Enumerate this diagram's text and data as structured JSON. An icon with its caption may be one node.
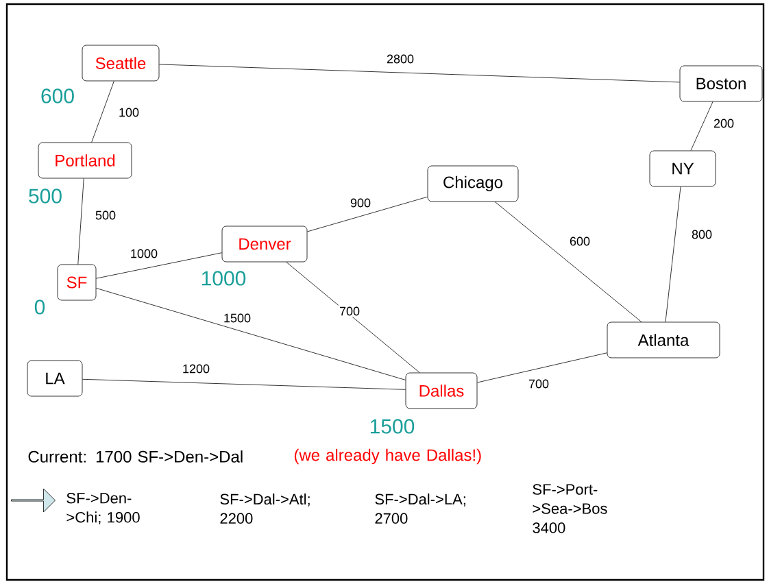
{
  "diagram": {
    "nodes": [
      {
        "text": [
          "Seattle"
        ],
        "beside": [
          "600"
        ]
      },
      {
        "text": [
          "Boston"
        ]
      },
      {
        "text": [
          "Portland"
        ],
        "beside": [
          "500"
        ]
      },
      {
        "text": [
          "NY"
        ]
      },
      {
        "text": [
          "Chicago"
        ]
      },
      {
        "text": [
          "Denver"
        ],
        "beside": [
          "1000"
        ]
      },
      {
        "text": [
          "SF"
        ],
        "beside": [
          "0"
        ]
      },
      {
        "text": [
          "Atlanta"
        ]
      },
      {
        "text": [
          "LA"
        ]
      },
      {
        "text": [
          "Dallas"
        ],
        "beside": [
          "1500"
        ]
      }
    ],
    "edges": [
      {
        "from": 0,
        "to": 1,
        "arrow": "none",
        "label": "2800"
      },
      {
        "from": 0,
        "to": 2,
        "arrow": "none",
        "label": "100"
      },
      {
        "from": 1,
        "to": 3,
        "arrow": "none",
        "label": "200"
      },
      {
        "from": 2,
        "to": 6,
        "arrow": "none",
        "label": "500"
      },
      {
        "from": 6,
        "to": 5,
        "arrow": "none",
        "label": "1000"
      },
      {
        "from": 5,
        "to": 4,
        "arrow": "none",
        "label": "900"
      },
      {
        "from": 4,
        "to": 7,
        "arrow": "none",
        "label": "600"
      },
      {
        "from": 3,
        "to": 7,
        "arrow": "none",
        "label": "800"
      },
      {
        "from": 6,
        "to": 9,
        "arrow": "none",
        "label": "1500"
      },
      {
        "from": 5,
        "to": 9,
        "arrow": "none",
        "label": "700"
      },
      {
        "from": 8,
        "to": 9,
        "arrow": "none",
        "label": "1200"
      },
      {
        "from": 9,
        "to": 7,
        "arrow": "none",
        "label": "700"
      }
    ],
    "labels": [
      "Current: 1700 SF->Den->Dal",
      "(we already have Dallas!)",
      "SF->Den->Chi; 1900",
      "SF->Dal->Atl; 2200",
      "SF->Dal->LA; 2700",
      "SF->Port->Sea->Bos 3400"
    ]
  }
}
